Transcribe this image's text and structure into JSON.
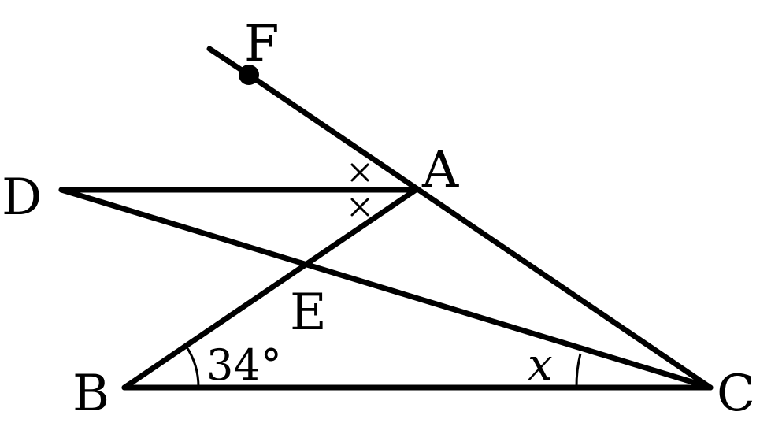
{
  "points": {
    "A": "A",
    "B": "B",
    "C": "C",
    "D": "D",
    "E": "E",
    "F": "F"
  },
  "angles": {
    "B": "34°",
    "C": "x"
  },
  "marks": {
    "upper": "×",
    "lower": "×"
  },
  "colors": {
    "stroke": "#000000",
    "background": "#ffffff"
  }
}
